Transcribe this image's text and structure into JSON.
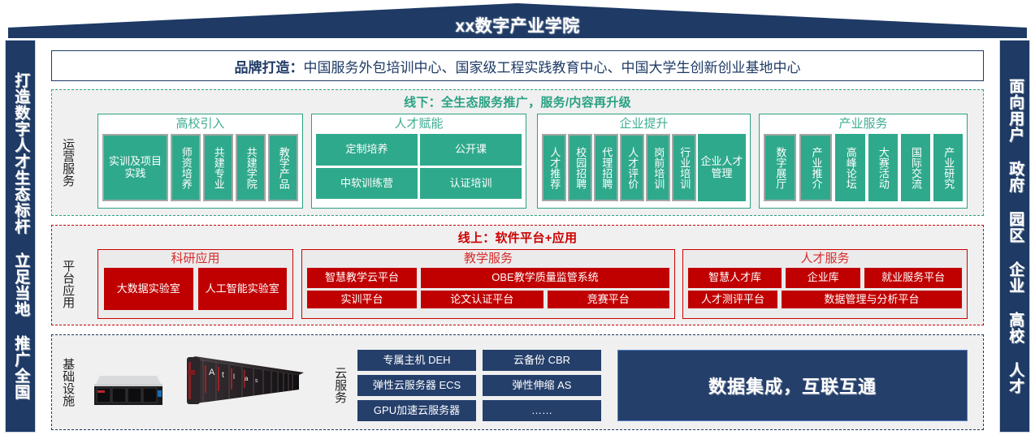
{
  "header": {
    "title": "xx数字产业学院"
  },
  "pillars": {
    "left": "打造数字人才生态标杆 立足当地 推广全国",
    "right": "面向用户 政府 园区 企业 高校 人才"
  },
  "brand": {
    "label": "品牌打造：",
    "text": "中国服务外包培训中心、国家级工程实践教育中心、中国大学生创新创业基地中心"
  },
  "offline": {
    "title": "线下：全生态服务推广，服务/内容再升级",
    "side_label": "运营服务",
    "groups": [
      {
        "head": "高校引入",
        "tiles": [
          {
            "label": "实训及项目实践",
            "vertical": false,
            "bordered": true
          },
          {
            "label": "师资培养",
            "vertical": true,
            "bordered": true
          },
          {
            "label": "共建专业",
            "vertical": true,
            "bordered": true
          },
          {
            "label": "共建学院",
            "vertical": true,
            "bordered": true
          },
          {
            "label": "教学产品",
            "vertical": true,
            "bordered": true
          }
        ]
      },
      {
        "head": "人才赋能",
        "tiles": [
          {
            "label": "定制培养",
            "vertical": false,
            "bordered": false
          },
          {
            "label": "公开课",
            "vertical": false,
            "bordered": false
          },
          {
            "label": "中软训练营",
            "vertical": false,
            "bordered": false
          },
          {
            "label": "认证培训",
            "vertical": false,
            "bordered": false
          }
        ]
      },
      {
        "head": "企业提升",
        "tiles": [
          {
            "label": "人才推荐",
            "vertical": true,
            "bordered": true
          },
          {
            "label": "校园招聘",
            "vertical": true,
            "bordered": true
          },
          {
            "label": "代理招聘",
            "vertical": true,
            "bordered": true
          },
          {
            "label": "人才评价",
            "vertical": true,
            "bordered": true
          },
          {
            "label": "岗前培训",
            "vertical": true,
            "bordered": true
          },
          {
            "label": "行业培训",
            "vertical": true,
            "bordered": true
          },
          {
            "label": "企业人才管理",
            "vertical": false,
            "bordered": false
          }
        ]
      },
      {
        "head": "产业服务",
        "tiles": [
          {
            "label": "数字展厅",
            "vertical": true,
            "bordered": true
          },
          {
            "label": "产业推介",
            "vertical": true,
            "bordered": true
          },
          {
            "label": "高峰论坛",
            "vertical": true,
            "bordered": false
          },
          {
            "label": "大赛活动",
            "vertical": true,
            "bordered": false
          },
          {
            "label": "国际交流",
            "vertical": true,
            "bordered": false
          },
          {
            "label": "产业研究",
            "vertical": true,
            "bordered": false
          }
        ]
      }
    ]
  },
  "online": {
    "title": "线上：软件平台+应用",
    "side_label": "平台应用",
    "groups": [
      {
        "head": "科研应用",
        "tiles": [
          "大数据实验室",
          "人工智能实验室"
        ]
      },
      {
        "head": "教学服务",
        "tiles": [
          "智慧教学云平台",
          "OBE教学质量监管系统",
          "实训平台",
          "论文认证平台",
          "竞赛平台"
        ]
      },
      {
        "head": "人才服务",
        "tiles": [
          "智慧人才库",
          "企业库",
          "就业服务平台",
          "人才测评平台",
          "数据管理与分析平台"
        ]
      }
    ]
  },
  "infra": {
    "side_label": "基础设施",
    "cloud_label": "云服务",
    "cloud_tiles": [
      "专属主机 DEH",
      "云备份 CBR",
      "弹性云服务器 ECS",
      "弹性伸缩 AS",
      "GPU加速云服务器",
      "……"
    ],
    "banner": "数据集成，互联互通",
    "hardware": [
      "rack-server",
      "atlas-server-row"
    ]
  },
  "colors": {
    "navy": "#1e3a65",
    "green": "#2fa98c",
    "green_line": "#2aa183",
    "red": "#c00000",
    "red_line": "#cc0000",
    "panel": "#f0f0f0",
    "tile_border_gray": "#a6a6a6"
  }
}
